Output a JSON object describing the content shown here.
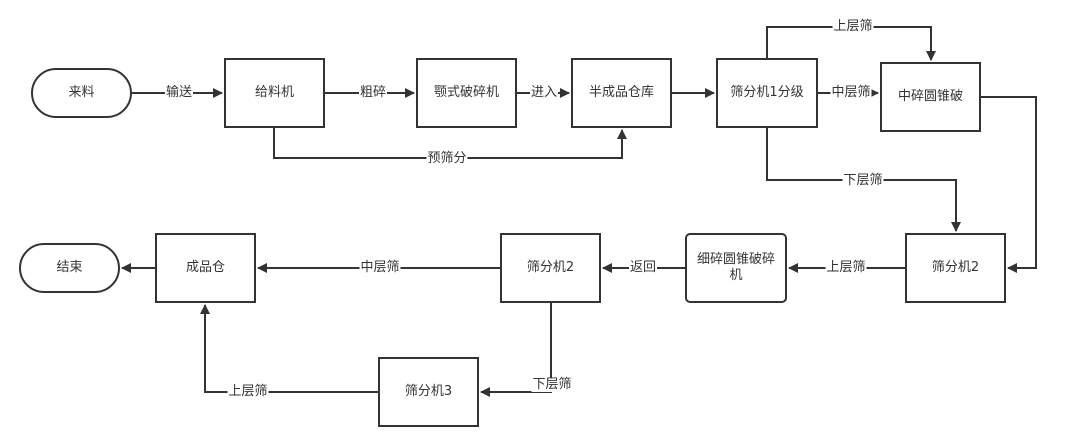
{
  "diagram": {
    "type": "flowchart",
    "line_color": "#333333",
    "nodes": {
      "start": "来料",
      "feeder": "给料机",
      "jaw_crusher": "颚式破碎机",
      "semi_bin": "半成品仓库",
      "screen1": "筛分机1分级",
      "mid_cone": "中碎圆锥破",
      "screen2_right": "筛分机2",
      "fine_cone": "细碎圆锥破碎机",
      "screen2_mid": "筛分机2",
      "product_bin": "成品仓",
      "end": "结束",
      "screen3": "筛分机3"
    },
    "edges": {
      "start_to_feeder": "输送",
      "feeder_to_jaw": "粗碎",
      "jaw_to_semi": "进入",
      "feeder_to_semi": "预筛分",
      "screen1_top": "上层筛",
      "screen1_mid": "中层筛",
      "screen1_bottom": "下层筛",
      "screen2r_to_fine": "上层筛",
      "fine_to_screen2m": "返回",
      "screen2m_to_product": "中层筛",
      "screen2m_to_screen3": "下层筛",
      "screen3_to_product": "上层筛"
    }
  }
}
